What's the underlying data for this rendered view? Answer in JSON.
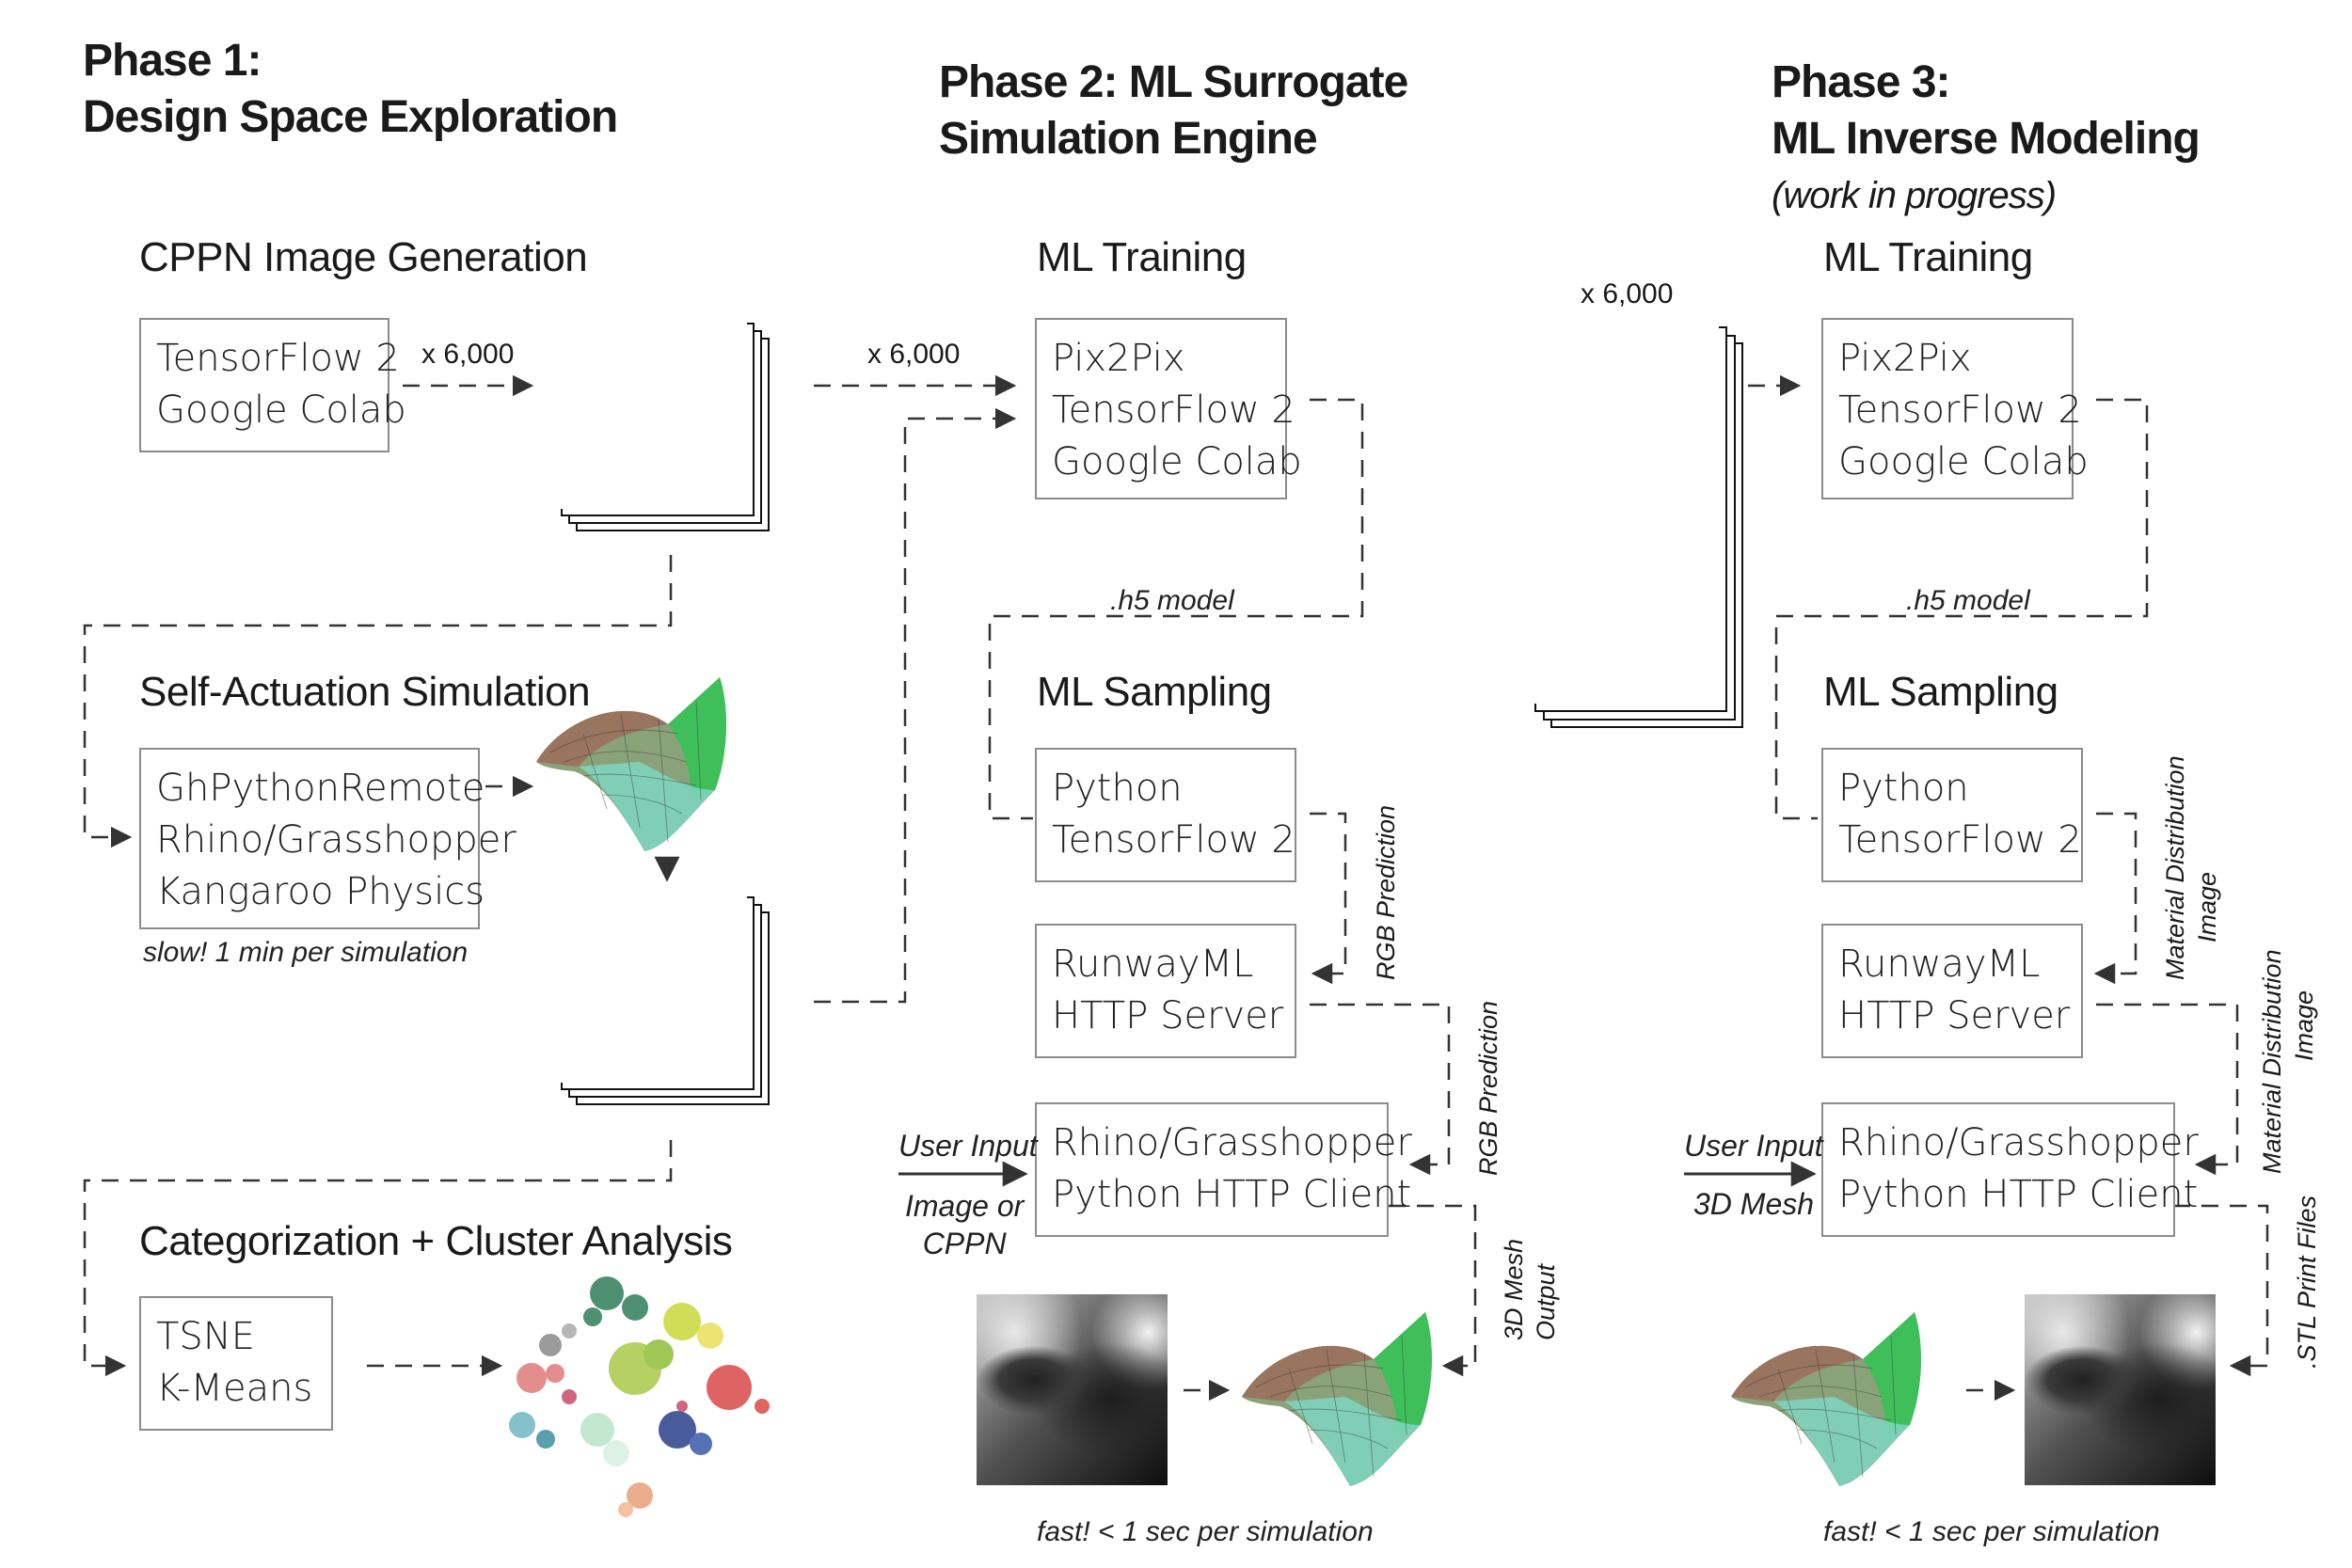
{
  "phases": {
    "phase1": {
      "line1": "Phase 1:",
      "line2": "Design Space Exploration"
    },
    "phase2": {
      "line1": "Phase 2: ML Surrogate",
      "line2": "Simulation Engine"
    },
    "phase3": {
      "line1": "Phase 3:",
      "line2": "ML Inverse Modeling",
      "line3": "(work in progress)"
    }
  },
  "phase1": {
    "cppn_title": "CPPN Image Generation",
    "cppn_box": [
      "TensorFlow 2",
      "Google Colab"
    ],
    "cppn_count": "x 6,000",
    "sim_title": "Self-Actuation Simulation",
    "sim_box": [
      "GhPythonRemote",
      "Rhino/Grasshopper",
      "Kangaroo Physics"
    ],
    "sim_note": "slow! 1 min per simulation",
    "cluster_title": "Categorization + Cluster Analysis",
    "cluster_box": [
      "TSNE",
      "K-Means"
    ]
  },
  "phase2": {
    "count": "x 6,000",
    "training_title": "ML Training",
    "training_box": [
      "Pix2Pix",
      "TensorFlow 2",
      "Google Colab"
    ],
    "model_label": ".h5 model",
    "sampling_title": "ML Sampling",
    "sampling_box": [
      "Python",
      "TensorFlow 2"
    ],
    "runway_box": [
      "RunwayML",
      "HTTP Server"
    ],
    "client_box": [
      "Rhino/Grasshopper",
      "Python  HTTP Client"
    ],
    "user_input": "User Input",
    "input_type": [
      "Image or",
      "CPPN"
    ],
    "rgb_prediction_1": "RGB Prediction",
    "rgb_prediction_2": "RGB Prediction",
    "mesh_output": [
      "3D Mesh",
      "Output"
    ],
    "fast_note": "fast!  < 1 sec per simulation"
  },
  "phase3": {
    "count": "x 6,000",
    "training_title": "ML Training",
    "training_box": [
      "Pix2Pix",
      "TensorFlow 2",
      "Google Colab"
    ],
    "model_label": ".h5 model",
    "sampling_title": "ML Sampling",
    "sampling_box": [
      "Python",
      "TensorFlow 2"
    ],
    "runway_box": [
      "RunwayML",
      "HTTP Server"
    ],
    "client_box": [
      "Rhino/Grasshopper",
      "Python  HTTP Client"
    ],
    "user_input": "User Input",
    "input_type": "3D Mesh",
    "material_1": [
      "Material Distribution",
      "Image"
    ],
    "material_2": [
      "Material Distribution",
      "Image"
    ],
    "stl_label": ".STL Print Files",
    "fast_note": "fast!  < 1 sec per simulation"
  },
  "colors": {
    "box_border": "#8c8c8c",
    "connector": "#333333",
    "text": "#1a1a1a",
    "surface_top": "#9c6a5a",
    "surface_green": "#3fbf5a",
    "surface_teal": "#7fd6c2"
  },
  "icons": [
    "dashed-arrow",
    "stacked-image",
    "deformed-surface",
    "tsne-scatter"
  ]
}
